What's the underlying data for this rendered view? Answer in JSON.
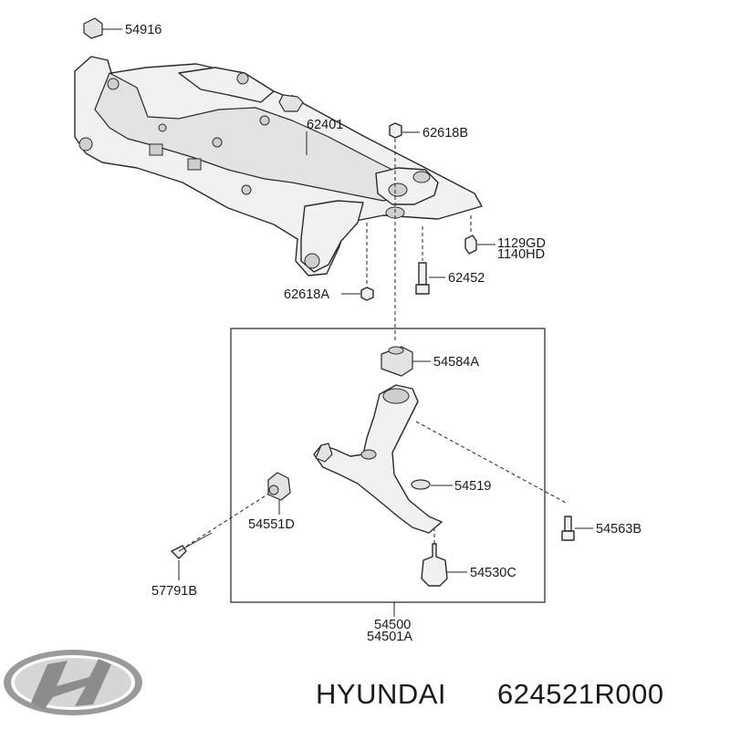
{
  "parts": {
    "p54916": "54916",
    "p62401": "62401",
    "p62618B": "62618B",
    "p1129GD": "1129GD",
    "p1140HD": "1140HD",
    "p62452": "62452",
    "p62618A": "62618A",
    "p54584A": "54584A",
    "p54519": "54519",
    "p54551D": "54551D",
    "p54563B": "54563B",
    "p54530C": "54530C",
    "p57791B": "57791B",
    "p54500": "54500",
    "p54501A": "54501A"
  },
  "footer": {
    "brand": "HYUNDAI",
    "part_number": "624521R000",
    "logo_icon": "hyundai-logo-icon"
  }
}
